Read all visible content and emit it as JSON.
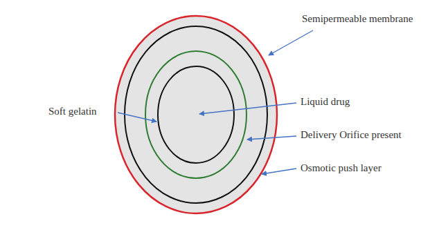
{
  "diagram": {
    "labels": [
      "Semipermeable membrane",
      "Soft gelatin",
      "Liquid drug",
      "Delivery Orifice present",
      "Osmotic push layer"
    ]
  }
}
